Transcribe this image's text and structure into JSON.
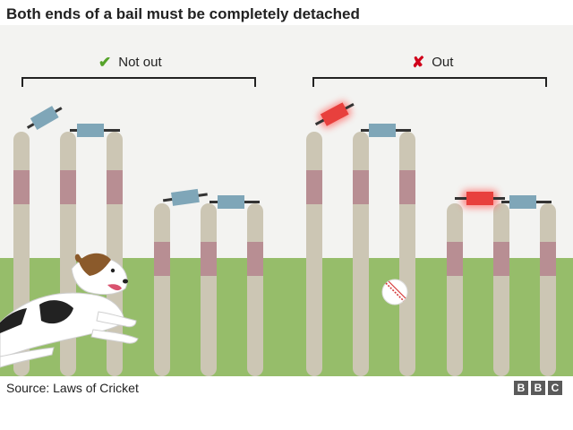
{
  "title": "Both ends of a bail must be completely detached",
  "groups": {
    "not_out": {
      "label": "Not out",
      "mark": "✔",
      "mark_color": "#55a32a"
    },
    "out": {
      "label": "Out",
      "mark": "✘",
      "mark_color": "#d0021b"
    }
  },
  "source": "Source: Laws of Cricket",
  "logo": [
    "B",
    "B",
    "C"
  ],
  "colors": {
    "background": "#f3f3f1",
    "grass": "#96bd6a",
    "stump": "#ccc6b4",
    "stump_band": "#b88e93",
    "bail": "#7fa6b8",
    "bail_highlight": "#e8403d"
  }
}
